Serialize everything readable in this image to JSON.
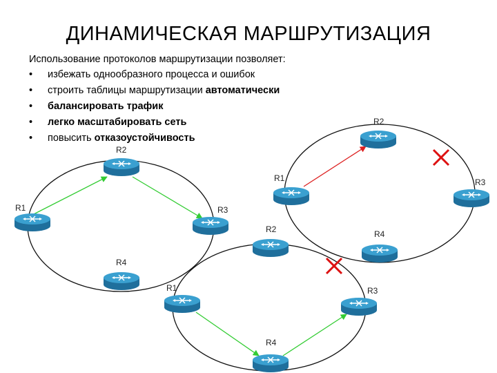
{
  "title": "ДИНАМИЧЕСКАЯ МАРШРУТИЗАЦИЯ",
  "intro": "Использование протоколов маршрутизации позволяет:",
  "bullets": [
    {
      "marker": "•",
      "plain": "избежать однообразного процесса и ошибок",
      "bold": ""
    },
    {
      "marker": "•",
      "plain": "строить таблицы маршрутизации ",
      "bold": "автоматически"
    },
    {
      "marker": "•",
      "plain": "",
      "bold": "балансировать трафик"
    },
    {
      "marker": "•",
      "plain": "",
      "bold": "легко масштабировать сеть"
    },
    {
      "marker": "•",
      "plain": "повысить ",
      "bold": "отказоустойчивость"
    }
  ],
  "diagrams": [
    {
      "name": "balancing",
      "routers": [
        "R1",
        "R2",
        "R3",
        "R4"
      ],
      "active_path": [
        "R1",
        "R2",
        "R3"
      ],
      "path_color": "#33cc33",
      "failed_link": false
    },
    {
      "name": "failover-top",
      "routers": [
        "R1",
        "R2",
        "R3",
        "R4"
      ],
      "active_path": [
        "R1",
        "R2"
      ],
      "path_color": "#dd2222",
      "failed_link": true
    },
    {
      "name": "failover-bottom",
      "routers": [
        "R1",
        "R2",
        "R3",
        "R4"
      ],
      "active_path": [
        "R1",
        "R4",
        "R3"
      ],
      "path_color": "#33cc33",
      "failed_link": true
    }
  ],
  "colors": {
    "router_body": "#1f7aab",
    "router_top": "#3aa0d0",
    "ring": "#111111",
    "fail_mark": "#dd1111"
  },
  "icons": {
    "router": "router-icon",
    "failure": "cross-icon"
  }
}
